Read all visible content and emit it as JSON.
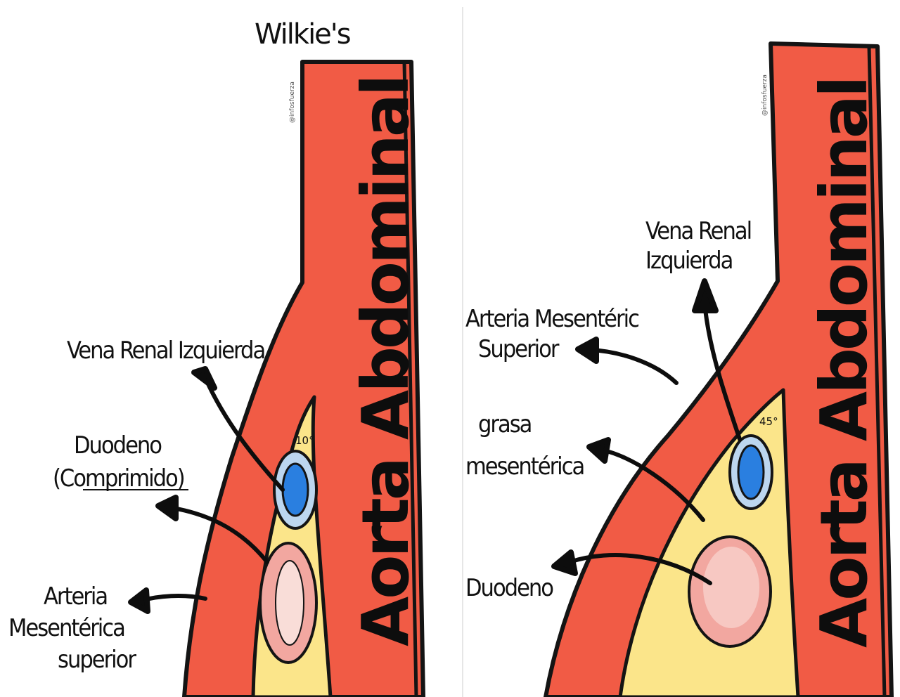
{
  "title": "Wilkie's",
  "colors": {
    "aorta_red": "#f15b45",
    "outline": "#141414",
    "fat_yellow": "#fbe58a",
    "vein_blue": "#2a7fe0",
    "vein_ring": "#bcd6ef",
    "duodenum_pink": "#f2a7a0"
  },
  "left_panel": {
    "aorta_label": "Aorta Abdominal",
    "watermark": "@infosfuerza",
    "angle": "10°",
    "labels": {
      "vena_renal": "Vena Renal Izquierda",
      "duodeno_line1": "Duodeno",
      "duodeno_line2": "(Comprimido)",
      "arteria_line1": "Arteria",
      "arteria_line2": "Mesentérica",
      "arteria_line3": "superior"
    }
  },
  "right_panel": {
    "aorta_label": "Aorta Abdominal",
    "watermark": "@infosfuerza",
    "angle": "45°",
    "labels": {
      "vena_line1": "Vena Renal",
      "vena_line2": "Izquierda",
      "arteria_line1": "Arteria Mesentéric",
      "arteria_line2": "Superior",
      "grasa_line1": "grasa",
      "grasa_line2": "mesentérica",
      "duodeno": "Duodeno"
    }
  }
}
